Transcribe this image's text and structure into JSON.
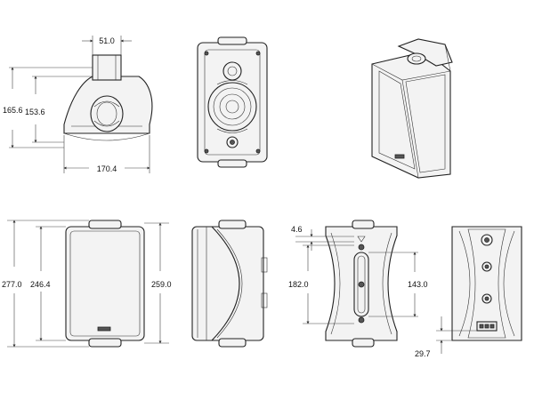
{
  "dimensions": {
    "top_bracket_width": "51.0",
    "side_height_outer": "165.6",
    "side_height_inner": "153.6",
    "side_depth": "170.4",
    "front_height_total": "277.0",
    "front_height_cabinet": "246.4",
    "front_height_right": "259.0",
    "bracket_offset": "4.6",
    "bracket_height": "182.0",
    "bracket_hole_spacing": "143.0",
    "rear_offset": "29.7"
  },
  "colors": {
    "line": "#222222",
    "background": "#ffffff"
  }
}
